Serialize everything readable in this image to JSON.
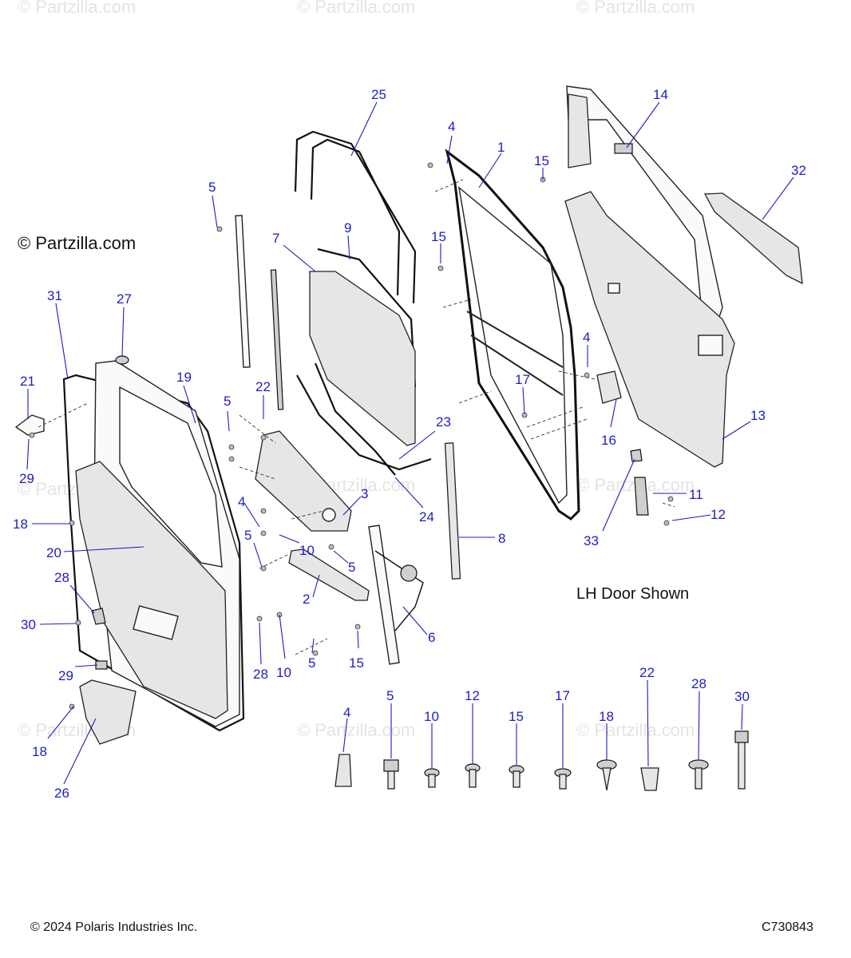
{
  "logo_text": "© Partzilla.com",
  "watermark_text": "© Partzilla.com",
  "note": "LH Door Shown",
  "copyright": "© 2024 Polaris Industries Inc.",
  "figure_id": "C730843",
  "callouts": {
    "c1": "1",
    "c2": "2",
    "c3": "3",
    "c4a": "4",
    "c4b": "4",
    "c4c": "4",
    "c4legend": "4",
    "c5a": "5",
    "c5b": "5",
    "c5c": "5",
    "c5d": "5",
    "c5e": "5",
    "c5legend": "5",
    "c6": "6",
    "c7": "7",
    "c8": "8",
    "c9": "9",
    "c10a": "10",
    "c10b": "10",
    "c10legend": "10",
    "c11": "11",
    "c12": "12",
    "c12legend": "12",
    "c13": "13",
    "c14": "14",
    "c15a": "15",
    "c15b": "15",
    "c15c": "15",
    "c15legend": "15",
    "c16": "16",
    "c17": "17",
    "c17legend": "17",
    "c18a": "18",
    "c18b": "18",
    "c18legend": "18",
    "c19": "19",
    "c20": "20",
    "c21": "21",
    "c22": "22",
    "c22legend": "22",
    "c23": "23",
    "c24": "24",
    "c25": "25",
    "c26": "26",
    "c27": "27",
    "c28a": "28",
    "c28b": "28",
    "c28legend": "28",
    "c29a": "29",
    "c29b": "29",
    "c30": "30",
    "c30legend": "30",
    "c31": "31",
    "c32": "32",
    "c33": "33"
  }
}
